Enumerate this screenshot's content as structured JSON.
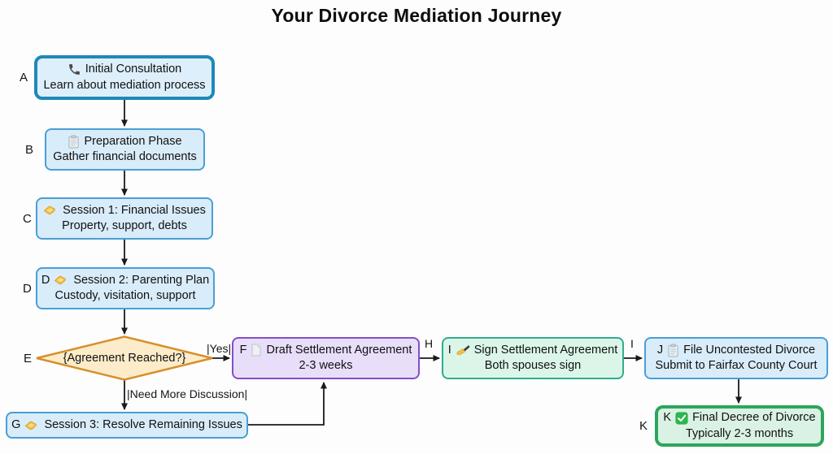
{
  "title": "Your Divorce Mediation Journey",
  "nodes": {
    "A": {
      "outside_label": "A",
      "icon": "phone-icon",
      "line1": "Initial Consultation",
      "line2": "Learn about mediation process"
    },
    "B": {
      "outside_label": "B",
      "icon": "clipboard-icon",
      "line1": "Preparation Phase",
      "line2": "Gather financial documents"
    },
    "C": {
      "outside_label": "C",
      "icon": "handshake-icon",
      "line1": "Session 1: Financial Issues",
      "line2": "Property, support, debts"
    },
    "D": {
      "outside_label": "D",
      "prefix": "D",
      "icon": "handshake-icon",
      "line1": "Session 2: Parenting Plan",
      "line2": "Custody, visitation, support"
    },
    "E": {
      "outside_label": "E",
      "text": "{Agreement Reached?}"
    },
    "F": {
      "prefix": "F",
      "icon": "document-icon",
      "line1": "Draft Settlement Agreement",
      "line2": "2-3 weeks"
    },
    "G": {
      "prefix": "G",
      "icon": "handshake-icon",
      "line1": "Session 3: Resolve Remaining Issues"
    },
    "I": {
      "prefix": "I",
      "icon": "writing-hand-icon",
      "line1": "Sign Settlement Agreement",
      "line2": "Both spouses sign"
    },
    "J": {
      "prefix": "J",
      "icon": "clipboard-icon",
      "line1": "File Uncontested Divorce",
      "line2": "Submit to Fairfax County Court"
    },
    "K": {
      "outside_label": "K",
      "prefix": "K",
      "icon": "check-icon",
      "line1": "Final Decree of Divorce",
      "line2": "Typically 2-3 months"
    }
  },
  "edge_labels": {
    "yes": "|Yes|",
    "need_more": "|Need More Discussion|",
    "f_to_i": "H",
    "i_to_j": "I"
  },
  "colors": {
    "blue_fill": "#d9ecfa",
    "blue_border": "#4a9fd4",
    "thick_blue_border": "#1e88b8",
    "purple_fill": "#e9defa",
    "purple_border": "#8250c8",
    "green_fill": "#dbf6e9",
    "green_border": "#2fae8e",
    "thick_green_border": "#2ca65b",
    "diamond_fill": "#fcecca",
    "diamond_border": "#d78f2c",
    "arrow": "#1a1a1a"
  }
}
